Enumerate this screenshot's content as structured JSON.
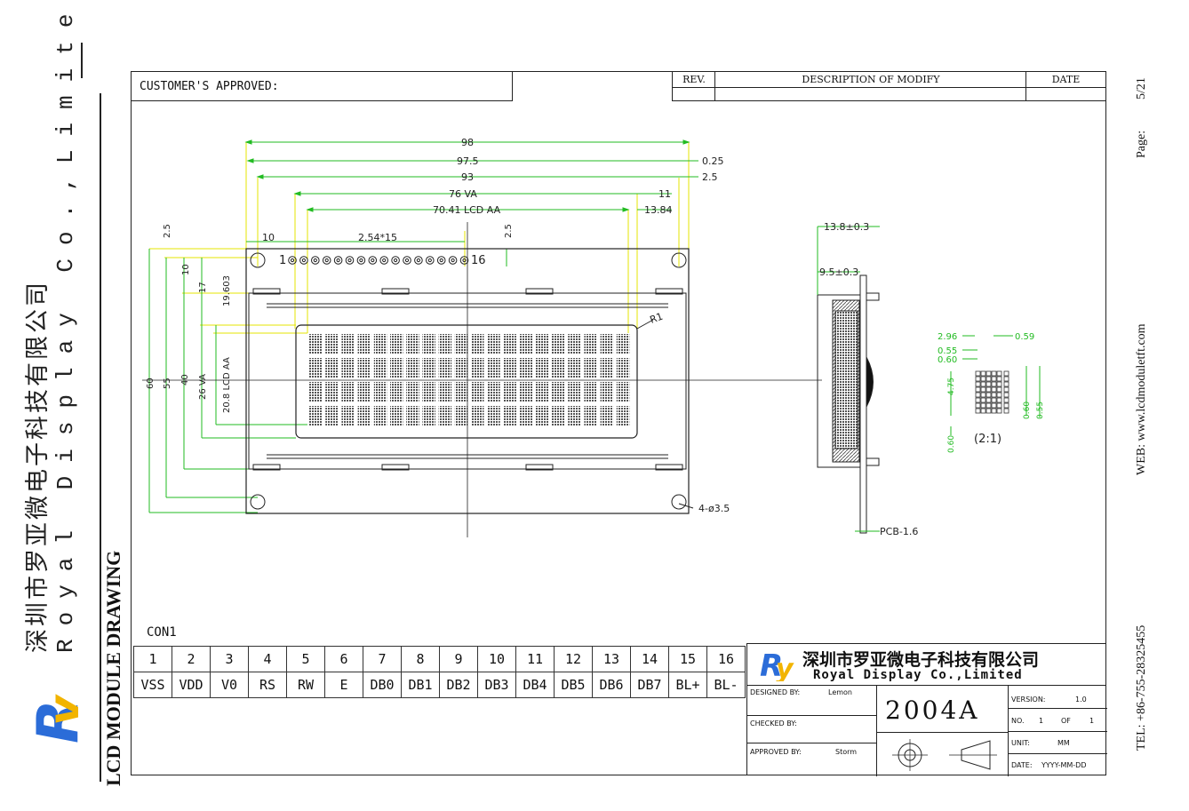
{
  "header": {
    "customer_approved": "CUSTOMER'S APPROVED:",
    "rev_label": "REV.",
    "description_label": "DESCRIPTION  OF  MODIFY",
    "date_label": "DATE"
  },
  "side": {
    "company_cn": "深圳市罗亚微电子科技有限公司",
    "company_en": "Royal Display Co.,Limited",
    "drawing_title": "LCD MODULE DRAWING",
    "page_label": "Page:",
    "page_value": "5/21",
    "web": "WEB: www.lcdmoduletft.com",
    "tel": "TEL: +86-755-28325455"
  },
  "dims": {
    "d98": "98",
    "d975": "97.5",
    "d93": "93",
    "d76": "76  VA",
    "d7041": "70.41  LCD  AA",
    "d025": "0.25",
    "d25a": "2.5",
    "d11": "11",
    "d1384": "13.84",
    "d10": "10",
    "d254": "2.54*15",
    "d25b": "2.5",
    "d25c": "2.5",
    "pin1": "1",
    "pin16": "16",
    "r1": "R1",
    "holes": "4-ø3.5",
    "h60": "60",
    "h55": "55",
    "h40": "40",
    "h26": "26  VA",
    "h208": "20.8  LCD  AA",
    "h10": "10",
    "h17": "17",
    "h19603": "19.603",
    "s138": "13.8±0.3",
    "s95": "9.5±0.3",
    "pcb": "PCB-1.6",
    "dot296": "2.96",
    "dot059": "0.59",
    "dot055": "0.55",
    "dot060": "0.60",
    "dot475": "4.75",
    "dot060b": "0.60",
    "dot055b": "0.55",
    "dot060c": "0.60",
    "scale": "(2:1)"
  },
  "connector": {
    "label": "CON1",
    "numbers": [
      "1",
      "2",
      "3",
      "4",
      "5",
      "6",
      "7",
      "8",
      "9",
      "10",
      "11",
      "12",
      "13",
      "14",
      "15",
      "16"
    ],
    "signals": [
      "VSS",
      "VDD",
      "V0",
      "RS",
      "RW",
      "E",
      "DB0",
      "DB1",
      "DB2",
      "DB3",
      "DB4",
      "DB5",
      "DB6",
      "DB7",
      "BL+",
      "BL-"
    ]
  },
  "titleblock": {
    "company_cn": "深圳市罗亚微电子科技有限公司",
    "company_en": "Royal Display Co.,Limited",
    "designed_label": "DESIGNED BY:",
    "designed_value": "Lemon",
    "checked_label": "CHECKED BY:",
    "approved_label": "APPROVED BY:",
    "approved_value": "Storm",
    "model": "2004A",
    "version_label": "VERSION:",
    "version_value": "1.0",
    "no_label": "NO.",
    "no_value": "1",
    "of_label": "OF",
    "of_value": "1",
    "unit_label": "UNIT:",
    "unit_value": "MM",
    "date_label": "DATE:",
    "date_value": "YYYY-MM-DD"
  },
  "colors": {
    "dimension": "#22bb22",
    "highlight": "#e6e600",
    "ink": "#222222"
  }
}
